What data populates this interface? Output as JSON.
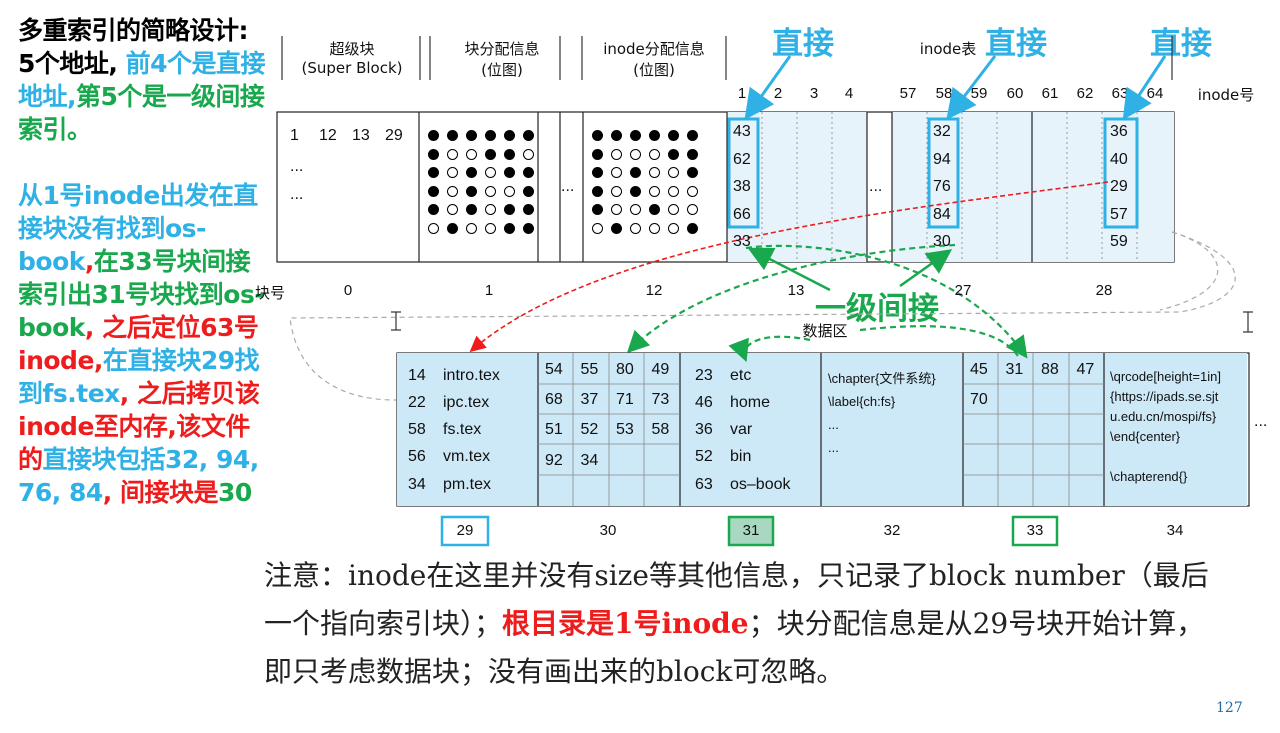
{
  "left_panel": {
    "p1_black": "多重索引的简略设计: 5个地址, ",
    "p1_blue": "前4个是直接地址,",
    "p1_green": "第5个是一级间接索引。",
    "p2_blue1": "从1号inode出发在直接块没有找到os-book",
    "p2_red1": ",",
    "p2_green1": "在33号块间接索引出31号块找到os-book",
    "p2_red2": ", 之后定位63号inode,",
    "p2_blue2": "在直接块29找到fs.tex",
    "p2_red3": ", 之后拷贝该inode至内存,该文件的",
    "p2_blue3": "直接块包括32, 94, 76, 84",
    "p2_red4": ", 间接块是",
    "p2_green2": "30"
  },
  "headers": {
    "super_block_l1": "超级块",
    "super_block_l2": "(Super Block)",
    "block_alloc_l1": "块分配信息",
    "block_alloc_l2": "(位图)",
    "inode_alloc_l1": "inode分配信息",
    "inode_alloc_l2": "(位图)",
    "inode_table": "inode表",
    "inode_num_label": "inode号",
    "block_num_label": "块号",
    "data_area": "数据区"
  },
  "annotations": {
    "direct_1": "直接",
    "direct_2": "直接",
    "direct_3": "直接",
    "indirect": "一级间接"
  },
  "inode_numbers": {
    "group1": [
      "1",
      "2",
      "3",
      "4"
    ],
    "group2": [
      "57",
      "58",
      "59",
      "60"
    ],
    "group3": [
      "61",
      "62",
      "63",
      "64"
    ]
  },
  "superblock": {
    "row1": [
      "1",
      "12",
      "13",
      "29"
    ],
    "row2": "...",
    "row3": "..."
  },
  "ellipsis": "...",
  "block_nums_top": [
    "0",
    "1",
    "12",
    "13",
    "27",
    "28"
  ],
  "inodes": {
    "i1": {
      "direct": [
        "43",
        "62",
        "38",
        "66"
      ],
      "indirect": "33"
    },
    "i58": {
      "direct": [
        "32",
        "94",
        "76",
        "84"
      ],
      "indirect": "30"
    },
    "i63": {
      "direct": [
        "36",
        "40",
        "29",
        "57"
      ],
      "indirect": "59"
    }
  },
  "data_blocks": {
    "b29": [
      [
        "14",
        "intro.tex"
      ],
      [
        "22",
        "ipc.tex"
      ],
      [
        "58",
        "fs.tex"
      ],
      [
        "56",
        "vm.tex"
      ],
      [
        "34",
        "pm.tex"
      ]
    ],
    "b30": [
      [
        "54",
        "55",
        "80",
        "49"
      ],
      [
        "68",
        "37",
        "71",
        "73"
      ],
      [
        "51",
        "52",
        "53",
        "58"
      ],
      [
        "92",
        "34",
        "",
        ""
      ]
    ],
    "b31": [
      [
        "23",
        "etc"
      ],
      [
        "46",
        "home"
      ],
      [
        "36",
        "var"
      ],
      [
        "52",
        "bin"
      ],
      [
        "63",
        "os–book"
      ]
    ],
    "b32": [
      "\\chapter{文件系统}",
      "\\label{ch:fs}",
      "...",
      "..."
    ],
    "b33": [
      [
        "45",
        "31",
        "88",
        "47"
      ],
      [
        "70",
        "",
        "",
        ""
      ]
    ],
    "b34": [
      "\\qrcode[height=1in]",
      "{https://ipads.se.sjt",
      "u.edu.cn/mospi/fs}",
      "\\end{center}",
      "",
      "\\chapterend{}"
    ]
  },
  "block_nums_bottom": [
    "29",
    "30",
    "31",
    "32",
    "33",
    "34"
  ],
  "note": {
    "part1": "注意：inode在这里并没有size等其他信息，只记录了block number（最后一个指向索引块）；",
    "part2": "根目录是1号inode",
    "part3": "；块分配信息是从29号块开始计算，即只考虑数据块；没有画出来的block可忽略。"
  },
  "page_number": "127",
  "colors": {
    "blue": "#2fb1e6",
    "green": "#1aa84e",
    "red": "#ee1c1c",
    "cell_bg": "#cde8f6"
  },
  "bitmaps": {
    "block_bitmap": [
      "ffffff",
      "feeffe",
      "fefeff",
      "fefeef",
      "fefeff",
      "efeeff"
    ],
    "inode_bitmap": [
      "ffffff",
      "feeeff",
      "fefeef",
      "fefeee",
      "feefee",
      "efeeef"
    ]
  }
}
